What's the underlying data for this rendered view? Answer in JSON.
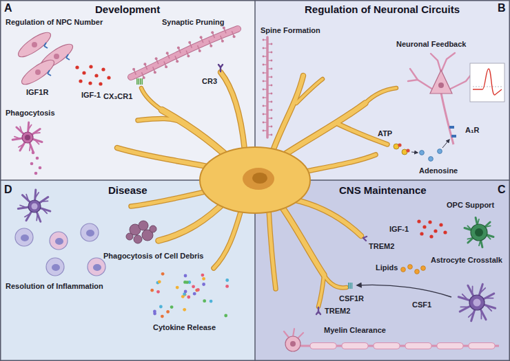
{
  "diagram": {
    "nodes": [
      {
        "text": [
          "A",
          "Development"
        ]
      },
      {
        "text": [
          "B",
          "Regulation of Neuronal Circuits"
        ]
      },
      {
        "text": [
          "D",
          "Disease"
        ]
      },
      {
        "text": [
          "C",
          "CNS Maintenance"
        ]
      }
    ],
    "labels": [
      "Regulation of NPC Number",
      "IGF1R",
      "IGF-1",
      "Synaptic Pruning",
      "CX₃CR1",
      "CR3",
      "Phagocytosis",
      "Spine Formation",
      "Neuronal Feedback",
      "ATP",
      "Adenosine",
      "A₁R",
      "OPC Support",
      "IGF-1",
      "TREM2",
      "Astrocyte Crosstalk",
      "Lipids",
      "CSF1R",
      "CSF1",
      "TREM2",
      "Myelin Clearance",
      "Resolution of Inflammation",
      "Phagocytosis of Cell Debris",
      "Cytokine Release"
    ]
  }
}
